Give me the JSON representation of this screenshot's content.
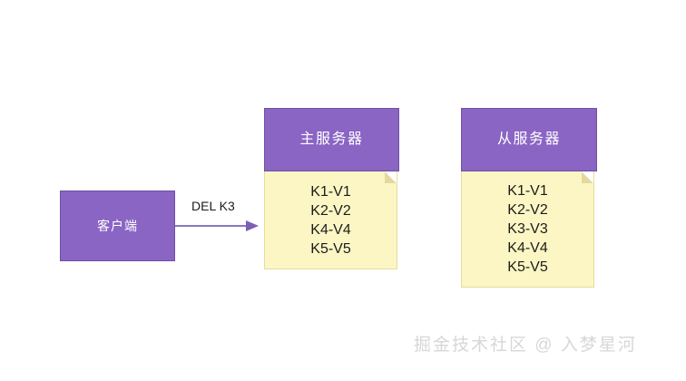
{
  "diagram": {
    "background_color": "#ffffff",
    "node_header_color": "#8a65c4",
    "note_body_color": "#fcf6c4",
    "arrow_color": "#8a78c0",
    "client": {
      "label": "客户端"
    },
    "edge": {
      "label": "DEL K3",
      "from": "客户端",
      "to": "主服务器"
    },
    "master": {
      "title": "主服务器",
      "entries": [
        "K1-V1",
        "K2-V2",
        "K4-V4",
        "K5-V5"
      ]
    },
    "slave": {
      "title": "从服务器",
      "entries": [
        "K1-V1",
        "K2-V2",
        "K3-V3",
        "K4-V4",
        "K5-V5"
      ]
    }
  },
  "watermark": {
    "text": "掘金技术社区 @ 入梦星河"
  }
}
